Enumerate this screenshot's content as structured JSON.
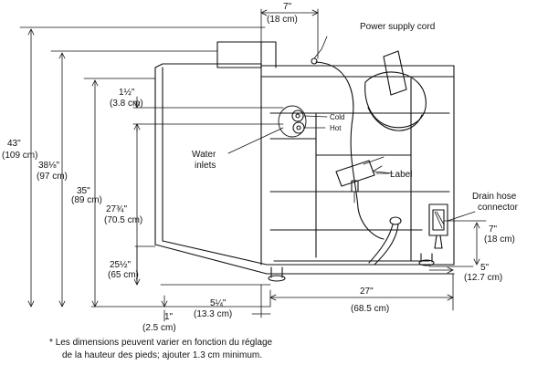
{
  "callouts": {
    "power_supply_cord": "Power supply cord",
    "cold": "Cold",
    "hot": "Hot",
    "water_inlets_1": "Water",
    "water_inlets_2": "inlets",
    "label": "Label",
    "drain_hose_connector_1": "Drain hose",
    "drain_hose_connector_2": "connector"
  },
  "dimensions": {
    "top_depth_in": "7\"",
    "top_depth_cm": "(18 cm)",
    "overall_height_in": "43\"",
    "overall_height_cm": "(109 cm)",
    "height_38_in": "38⅛\"",
    "height_38_cm": "(97 cm)",
    "height_35_in": "35\"",
    "height_35_cm": "(89 cm)",
    "inlet_offset_in": "1½\"",
    "inlet_offset_cm": "(3.8 cm)",
    "inlet_height_in": "27¾\"",
    "inlet_height_cm": "(70.5 cm)",
    "base_height_in": "25½\"",
    "base_height_cm": "(65 cm)",
    "foot_in": "1\"",
    "foot_cm": "(2.5 cm)",
    "side_offset_in": "5¼\"",
    "side_offset_cm": "(13.3 cm)",
    "width_in": "27\"",
    "width_cm": "(68.5 cm)",
    "drain_height_in": "7\"",
    "drain_height_cm": "(18 cm)",
    "drain_offset_in": "5\"",
    "drain_offset_cm": "(12.7 cm)"
  },
  "note": {
    "line1": "Les dimensions peuvent varier en fonction du réglage",
    "line2": "de la hauteur des pieds; ajouter 1.3 cm minimum."
  }
}
